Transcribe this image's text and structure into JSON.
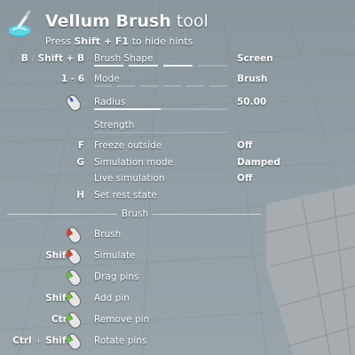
{
  "header": {
    "title_bold": "Vellum Brush",
    "title_light": "tool",
    "hint_prefix": "Press",
    "hint_key": "Shift + F1",
    "hint_suffix": "to hide hints"
  },
  "settings": [
    {
      "keys": [
        "B",
        "Shift + B"
      ],
      "label": "Brush Shape",
      "value": "Screen"
    },
    {
      "keys": [
        "1 - 6"
      ],
      "label": "Mode",
      "value": "Brush"
    },
    {
      "keys": [],
      "label": "Radius",
      "value": "50.00"
    },
    {
      "keys": [],
      "label": "Strength",
      "value": ""
    },
    {
      "keys": [
        "F"
      ],
      "label": "Freeze outside",
      "value": "Off"
    },
    {
      "keys": [
        "G"
      ],
      "label": "Simulation mode",
      "value": "Damped"
    },
    {
      "keys": [],
      "label": "Live simulation",
      "value": "Off"
    },
    {
      "keys": [
        "H"
      ],
      "label": "Set rest state",
      "value": ""
    }
  ],
  "brush_section": {
    "heading": "Brush",
    "actions": [
      {
        "keys": [],
        "label": "Brush",
        "button_color": "#d8452b"
      },
      {
        "keys": [
          "Shift"
        ],
        "label": "Simulate",
        "button_color": "#d8452b"
      },
      {
        "keys": [],
        "label": "Drag pins",
        "button_color": "#6fc240"
      },
      {
        "keys": [
          "Shift"
        ],
        "label": "Add pin",
        "button_color": "#6fc240"
      },
      {
        "keys": [
          "Ctrl"
        ],
        "label": "Remove pin",
        "button_color": "#6fc240"
      },
      {
        "keys": [
          "Ctrl",
          "Shift"
        ],
        "label": "Rotate pins",
        "button_color": "#6fc240"
      }
    ]
  },
  "meters": {
    "brush_shape_level": 0.75,
    "mode_level": 0.0,
    "radius_level": 0.5
  },
  "colors": {
    "viewport_bg": "#8e9ba2",
    "text": "#ffffff",
    "mouse_left_red": "#d8452b",
    "mouse_left_green": "#6fc240"
  }
}
